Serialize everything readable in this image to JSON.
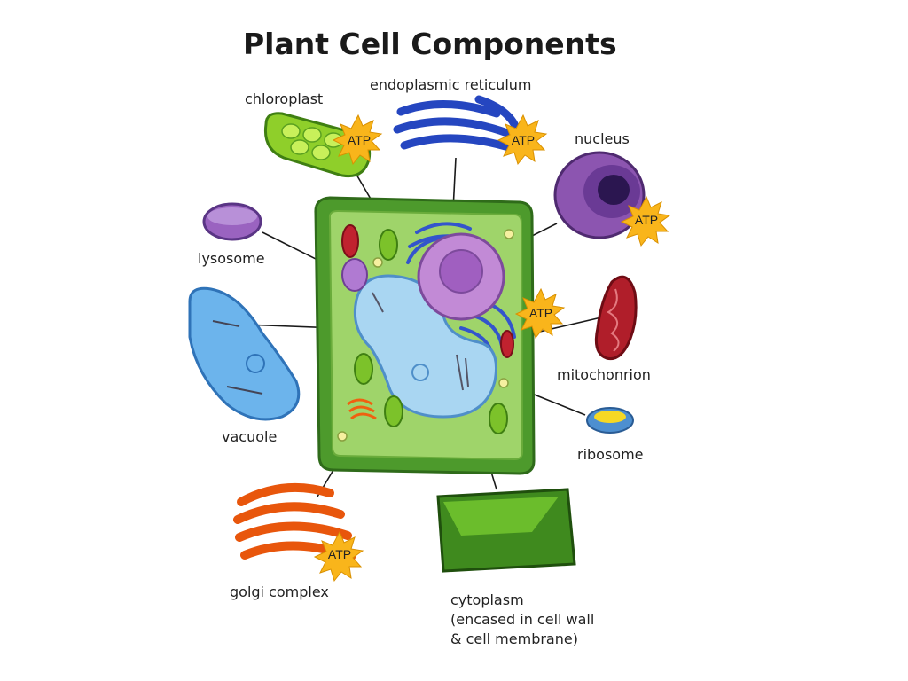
{
  "title": "Plant Cell Components",
  "labels": {
    "chloroplast": "chloroplast",
    "endoplasmic_reticulum": "endoplasmic reticulum",
    "nucleus": "nucleus",
    "lysosome": "lysosome",
    "mitochondrion": "mitochonrion",
    "vacuole": "vacuole",
    "ribosome": "ribosome",
    "golgi_complex": "golgi complex",
    "cytoplasm_line1": "cytoplasm",
    "cytoplasm_line2": "(encased in cell wall",
    "cytoplasm_line3": "& cell membrane)"
  },
  "badges": {
    "atp": "ATP"
  },
  "colors": {
    "cell_wall": "#5aa632",
    "cytoplasm": "#9fd46a",
    "vacuole": "#a9d6f2",
    "nucleus": "#b57ad0",
    "er": "#3355cc",
    "mitochondrion": "#b01e2a",
    "chloroplast": "#8fcf2a",
    "golgi": "#f06010",
    "lysosome": "#9a63c0",
    "ribosome": "#f6d824",
    "atp_star": "#f9b51b"
  }
}
